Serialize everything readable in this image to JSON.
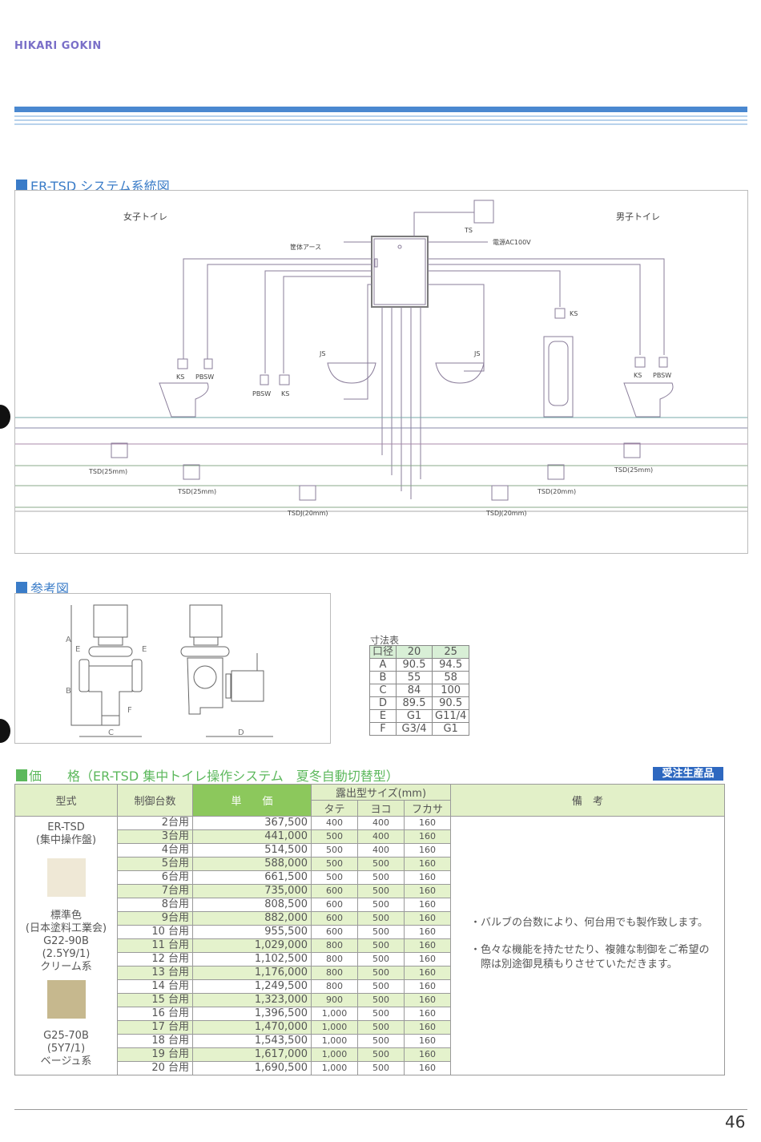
{
  "brand": "HIKARI GOKIN",
  "system_section": {
    "title": "ER-TSD システム系統図",
    "labels": {
      "women": "女子トイレ",
      "men": "男子トイレ",
      "ground": "筐体アース",
      "ts": "TS",
      "power": "電源AC100V",
      "ks": "KS",
      "pbsw": "PBSW",
      "js": "JS",
      "tsd25": "TSD(25mm)",
      "tsd20": "TSD(20mm)",
      "tsdj20": "TSDJ(20mm)"
    }
  },
  "reference_section": {
    "title": "参考図",
    "dim_letters": [
      "A",
      "B",
      "C",
      "D",
      "E",
      "F"
    ],
    "dimension_table": {
      "caption": "寸法表",
      "header": [
        "口径",
        "20",
        "25"
      ],
      "rows": [
        [
          "A",
          "90.5",
          "94.5"
        ],
        [
          "B",
          "55",
          "58"
        ],
        [
          "C",
          "84",
          "100"
        ],
        [
          "D",
          "89.5",
          "90.5"
        ],
        [
          "E",
          "G1",
          "G11/4"
        ],
        [
          "F",
          "G3/4",
          "G1"
        ]
      ]
    }
  },
  "price_section": {
    "title": "価　　格（ER-TSD 集中トイレ操作システム　夏冬自動切替型）",
    "badge": "受注生産品",
    "headers": {
      "model": "型式",
      "count": "制御台数",
      "unit_price": "単　　価",
      "size_group": "露出型サイズ(mm)",
      "height": "タテ",
      "width": "ヨコ",
      "depth": "フカサ",
      "remarks": "備　考"
    },
    "model": {
      "name": "ER-TSD",
      "sub": "(集中操作盤)",
      "color1_label": "標準色",
      "color1_std": "(日本塗料工業会)",
      "color1_code": "G22-90B",
      "color1_munsell": "(2.5Y9/1)",
      "color1_name": "クリーム系",
      "color1_hex": "#efe8d6",
      "color2_code": "G25-70B",
      "color2_munsell": "(5Y7/1)",
      "color2_name": "ベージュ系",
      "color2_hex": "#c6b88e"
    },
    "rows": [
      {
        "count": "2台用",
        "price": "367,500",
        "h": "400",
        "w": "400",
        "d": "160"
      },
      {
        "count": "3台用",
        "price": "441,000",
        "h": "500",
        "w": "400",
        "d": "160"
      },
      {
        "count": "4台用",
        "price": "514,500",
        "h": "500",
        "w": "400",
        "d": "160"
      },
      {
        "count": "5台用",
        "price": "588,000",
        "h": "500",
        "w": "500",
        "d": "160"
      },
      {
        "count": "6台用",
        "price": "661,500",
        "h": "500",
        "w": "500",
        "d": "160"
      },
      {
        "count": "7台用",
        "price": "735,000",
        "h": "600",
        "w": "500",
        "d": "160"
      },
      {
        "count": "8台用",
        "price": "808,500",
        "h": "600",
        "w": "500",
        "d": "160"
      },
      {
        "count": "9台用",
        "price": "882,000",
        "h": "600",
        "w": "500",
        "d": "160"
      },
      {
        "count": "10 台用",
        "price": "955,500",
        "h": "600",
        "w": "500",
        "d": "160"
      },
      {
        "count": "11 台用",
        "price": "1,029,000",
        "h": "800",
        "w": "500",
        "d": "160"
      },
      {
        "count": "12 台用",
        "price": "1,102,500",
        "h": "800",
        "w": "500",
        "d": "160"
      },
      {
        "count": "13 台用",
        "price": "1,176,000",
        "h": "800",
        "w": "500",
        "d": "160"
      },
      {
        "count": "14 台用",
        "price": "1,249,500",
        "h": "800",
        "w": "500",
        "d": "160"
      },
      {
        "count": "15 台用",
        "price": "1,323,000",
        "h": "900",
        "w": "500",
        "d": "160"
      },
      {
        "count": "16 台用",
        "price": "1,396,500",
        "h": "1,000",
        "w": "500",
        "d": "160"
      },
      {
        "count": "17 台用",
        "price": "1,470,000",
        "h": "1,000",
        "w": "500",
        "d": "160"
      },
      {
        "count": "18 台用",
        "price": "1,543,500",
        "h": "1,000",
        "w": "500",
        "d": "160"
      },
      {
        "count": "19 台用",
        "price": "1,617,000",
        "h": "1,000",
        "w": "500",
        "d": "160"
      },
      {
        "count": "20 台用",
        "price": "1,690,500",
        "h": "1,000",
        "w": "500",
        "d": "160"
      }
    ],
    "remarks": [
      "・バルブの台数により、何台用でも製作致します。",
      "・色々な機能を持たせたり、複雑な制御をご希望の",
      "　際は別途御見積もりさせていただきます。"
    ]
  },
  "page_number": "46"
}
